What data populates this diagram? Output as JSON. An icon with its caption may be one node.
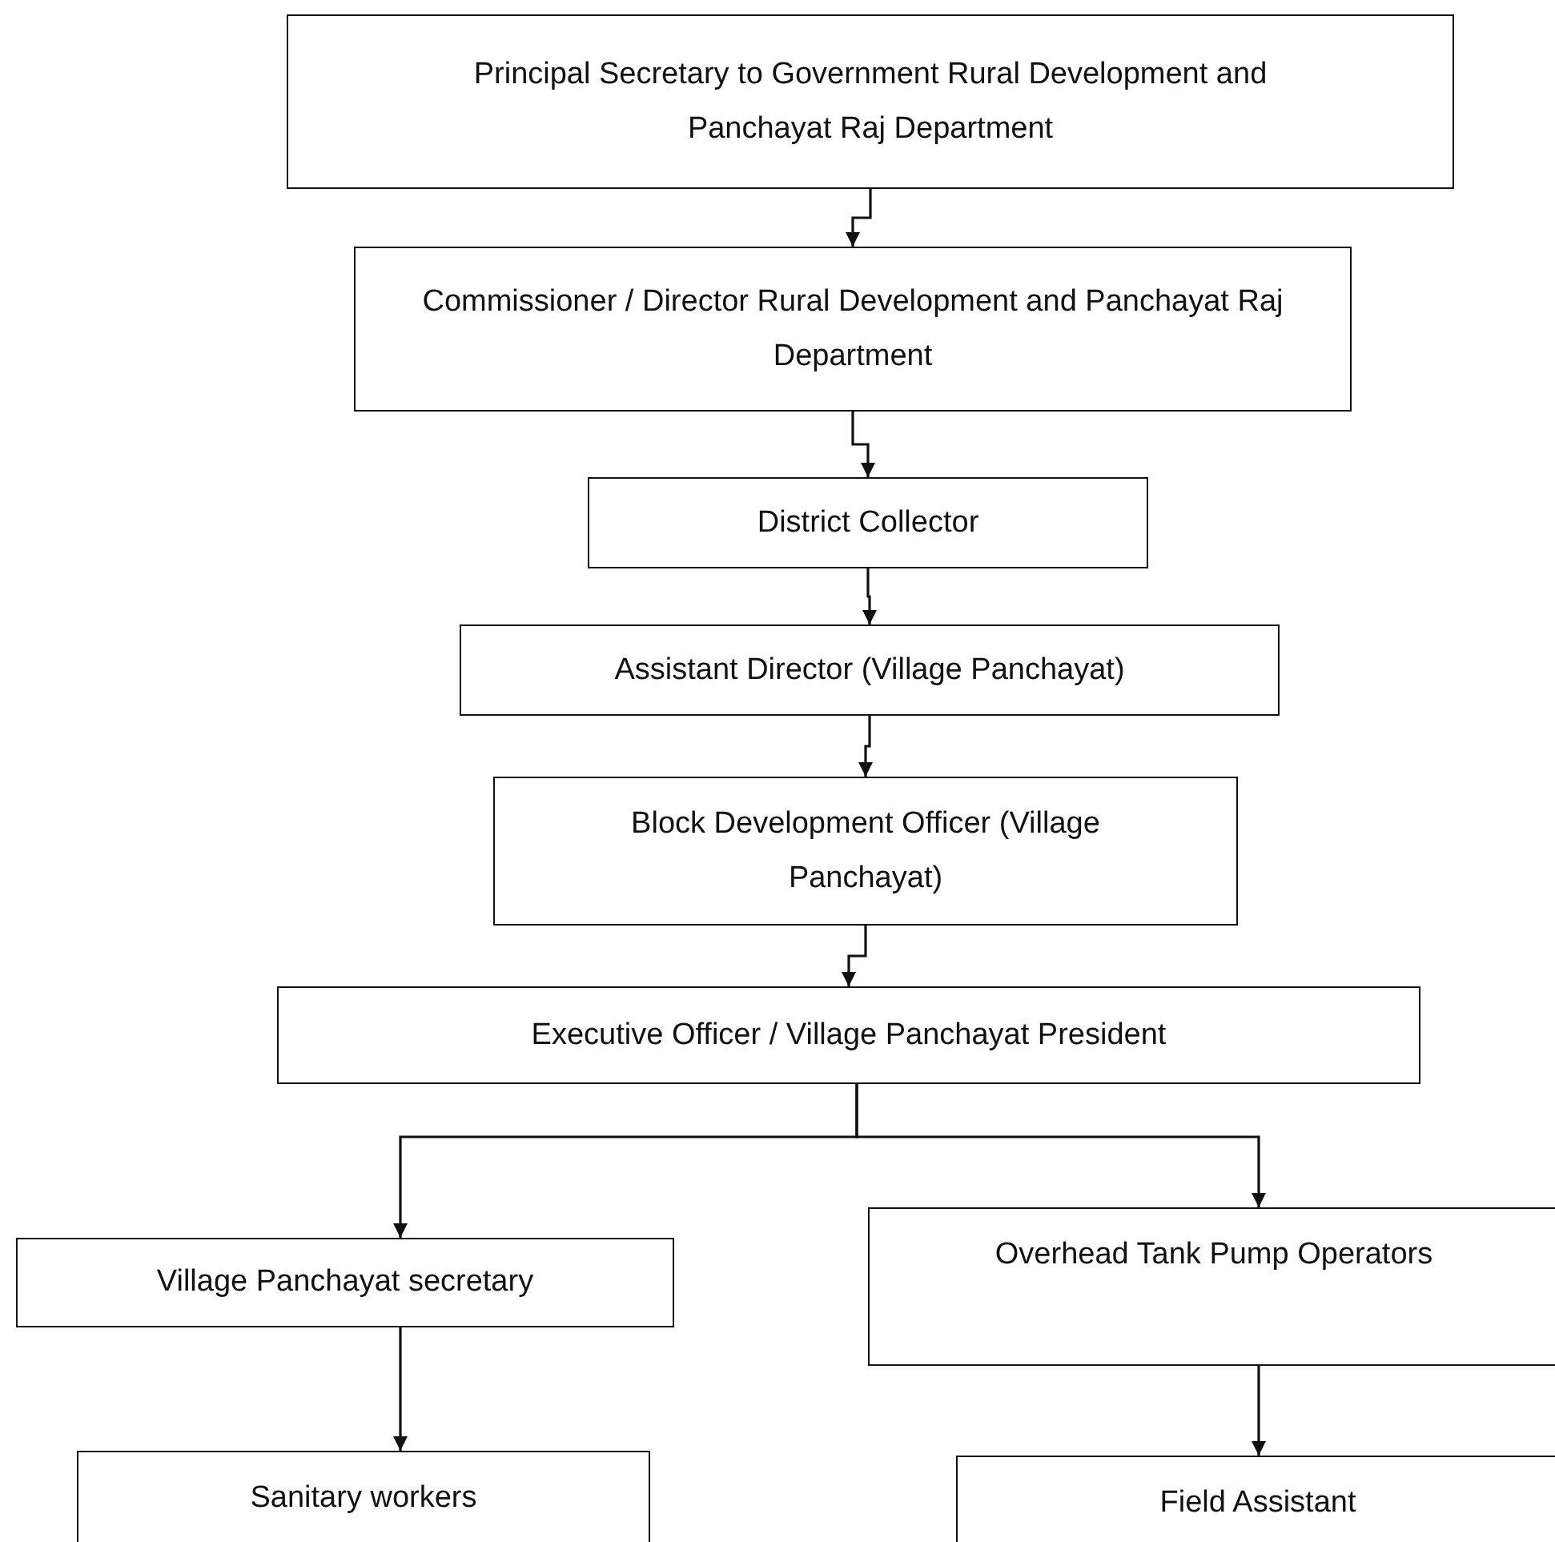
{
  "diagram": {
    "nodes": [
      {
        "text": [
          "Principal Secretary to Government Rural Development and Panchayat Raj Department"
        ]
      },
      {
        "text": [
          "Commissioner / Director Rural Development and Panchayat Raj Department"
        ]
      },
      {
        "text": [
          "District Collector"
        ]
      },
      {
        "text": [
          "Assistant Director (Village Panchayat)"
        ]
      },
      {
        "text": [
          "Block Development Officer (Village Panchayat)"
        ]
      },
      {
        "text": [
          "Executive Officer / Village Panchayat President"
        ]
      },
      {
        "text": [
          "Village Panchayat secretary"
        ]
      },
      {
        "text": [
          "Overhead Tank Pump Operators"
        ]
      },
      {
        "text": [
          "Sanitary workers"
        ]
      },
      {
        "text": [
          "Field Assistant"
        ]
      }
    ],
    "edges": [
      {
        "from": 0,
        "to": 1,
        "arrow": "to"
      },
      {
        "from": 1,
        "to": 2,
        "arrow": "to"
      },
      {
        "from": 2,
        "to": 3,
        "arrow": "to"
      },
      {
        "from": 3,
        "to": 4,
        "arrow": "to"
      },
      {
        "from": 4,
        "to": 5,
        "arrow": "to"
      },
      {
        "from": 5,
        "to": 6,
        "arrow": "to"
      },
      {
        "from": 5,
        "to": 7,
        "arrow": "to"
      },
      {
        "from": 6,
        "to": 8,
        "arrow": "to"
      },
      {
        "from": 7,
        "to": 9,
        "arrow": "to"
      }
    ]
  }
}
